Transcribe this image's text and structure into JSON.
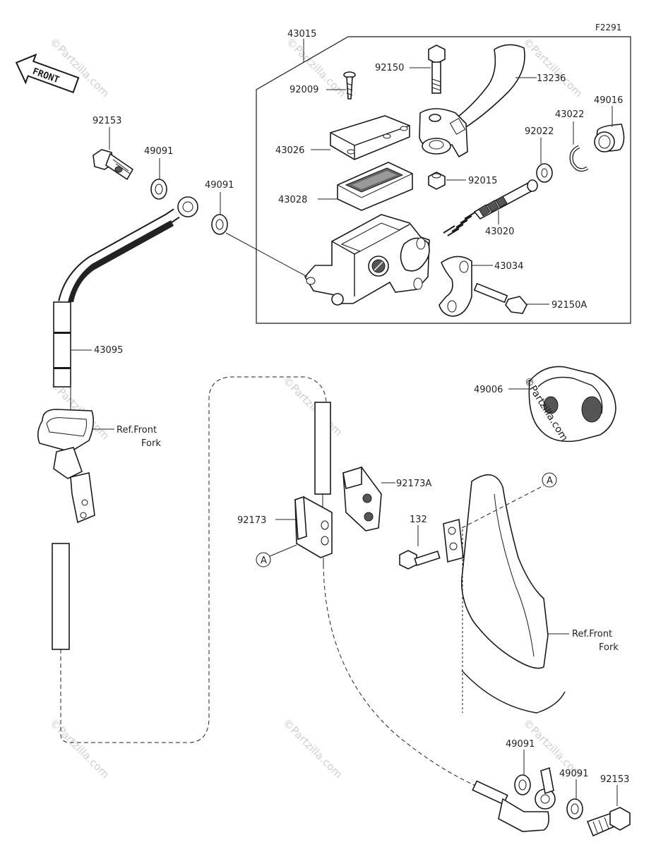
{
  "diagram_code": "F2291",
  "front_arrow_label": "FRONT",
  "watermark": "©Partzilla.com",
  "callout_letter": "A",
  "parts": {
    "p43015": "43015",
    "p92150": "92150",
    "p13236": "13236",
    "p92009": "92009",
    "p49016": "49016",
    "p43022": "43022",
    "p92022": "92022",
    "p43026": "43026",
    "p92015": "92015",
    "p43028": "43028",
    "p43020": "43020",
    "p43034": "43034",
    "p92150A": "92150A",
    "p92153_top": "92153",
    "p49091_top1": "49091",
    "p49091_top2": "49091",
    "p43095": "43095",
    "p49006": "49006",
    "p92173A": "92173A",
    "p92173": "92173",
    "p132": "132",
    "p49091_bot1": "49091",
    "p49091_bot2": "49091",
    "p92153_bot": "92153"
  },
  "refs": {
    "ref_left_line1": "Ref.Front",
    "ref_left_line2": "Fork",
    "ref_right_line1": "Ref.Front",
    "ref_right_line2": "Fork"
  }
}
